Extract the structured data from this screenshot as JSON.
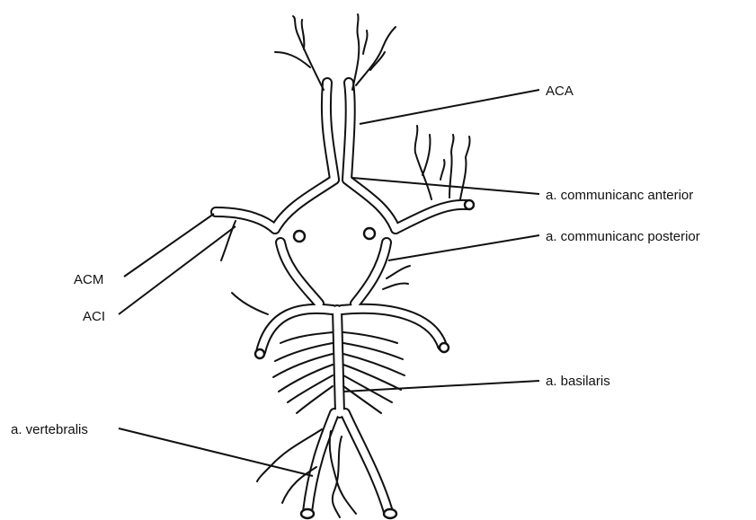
{
  "diagram": {
    "labels": {
      "aca": "ACA",
      "comm_anterior": "a. communicanc anterior",
      "comm_posterior": "a. communicanc posterior",
      "acm": "ACM",
      "aci": "ACI",
      "basilaris": "a. basilaris",
      "vertebralis": "a. vertebralis"
    },
    "colors": {
      "line": "#111111",
      "background": "#ffffff"
    }
  }
}
